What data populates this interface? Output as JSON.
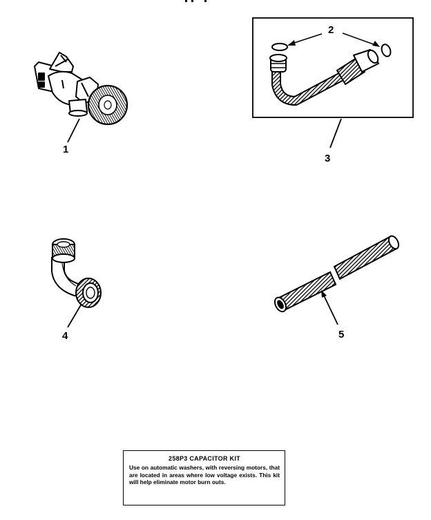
{
  "callouts": {
    "part_1": "1",
    "part_2": "2",
    "part_3": "3",
    "part_4": "4",
    "part_5": "5"
  },
  "kit_note": {
    "title": "258P3 CAPACITOR KIT",
    "text": "Use on automatic washers, with reversing motors, that are located in areas where low voltage exists. This kit will help eliminate motor burn outs."
  },
  "colors": {
    "ink": "#000000",
    "paper": "#ffffff"
  }
}
